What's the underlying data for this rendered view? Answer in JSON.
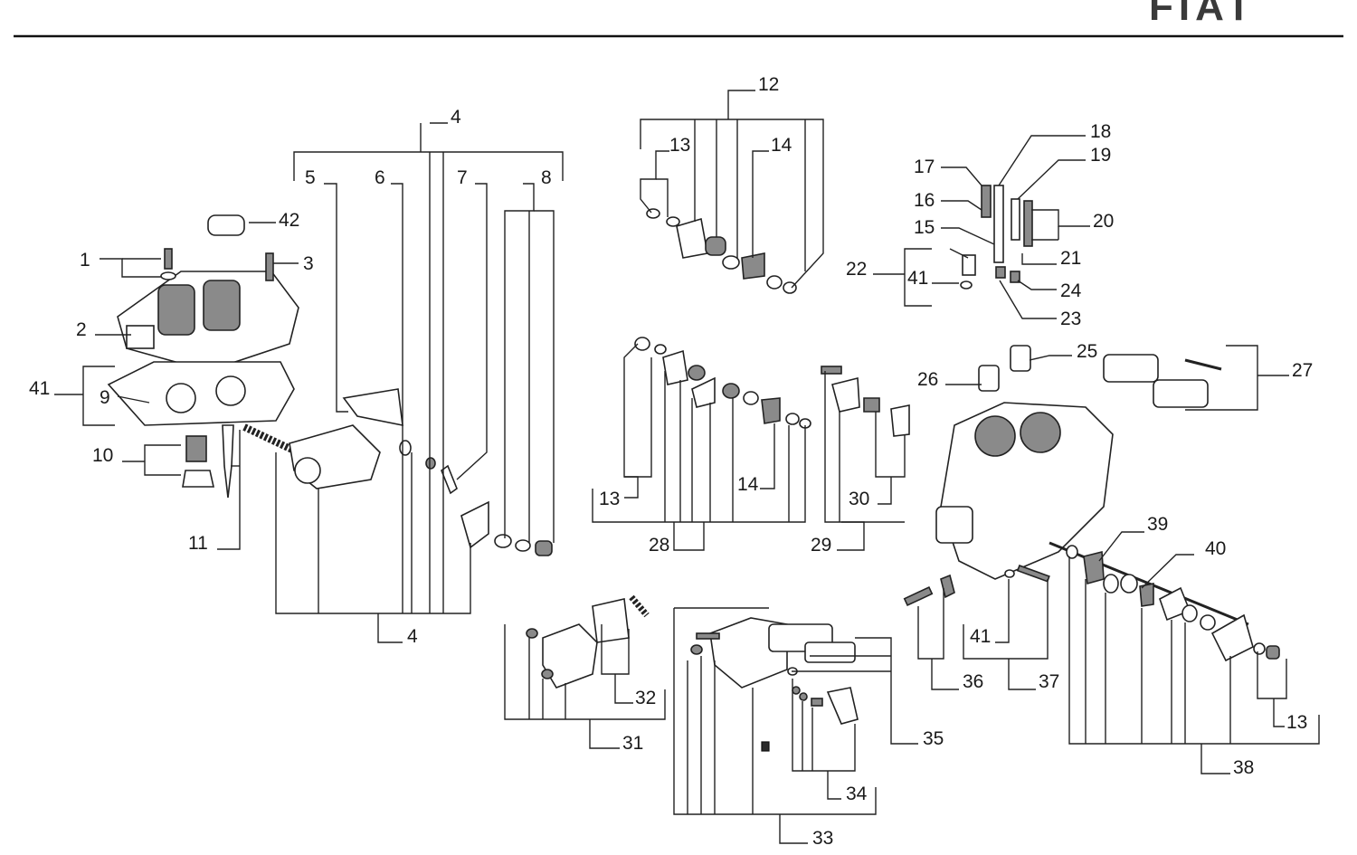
{
  "brand": {
    "logo_text": "FIAT"
  },
  "labels": {
    "l1": "1",
    "l2": "2",
    "l3": "3",
    "l4a": "4",
    "l4b": "4",
    "l5": "5",
    "l6": "6",
    "l7": "7",
    "l8": "8",
    "l9": "9",
    "l10": "10",
    "l11": "11",
    "l12": "12",
    "l13a": "13",
    "l13b": "13",
    "l13c": "13",
    "l14a": "14",
    "l14b": "14",
    "l15": "15",
    "l16": "16",
    "l17": "17",
    "l18": "18",
    "l19": "19",
    "l20": "20",
    "l21": "21",
    "l22": "22",
    "l23": "23",
    "l24": "24",
    "l25": "25",
    "l26": "26",
    "l27": "27",
    "l28": "28",
    "l29": "29",
    "l30": "30",
    "l31": "31",
    "l32": "32",
    "l33": "33",
    "l34": "34",
    "l35": "35",
    "l36": "36",
    "l37": "37",
    "l38": "38",
    "l39": "39",
    "l40": "40",
    "l41a": "41",
    "l41b": "41",
    "l41c": "41",
    "l42": "42"
  }
}
